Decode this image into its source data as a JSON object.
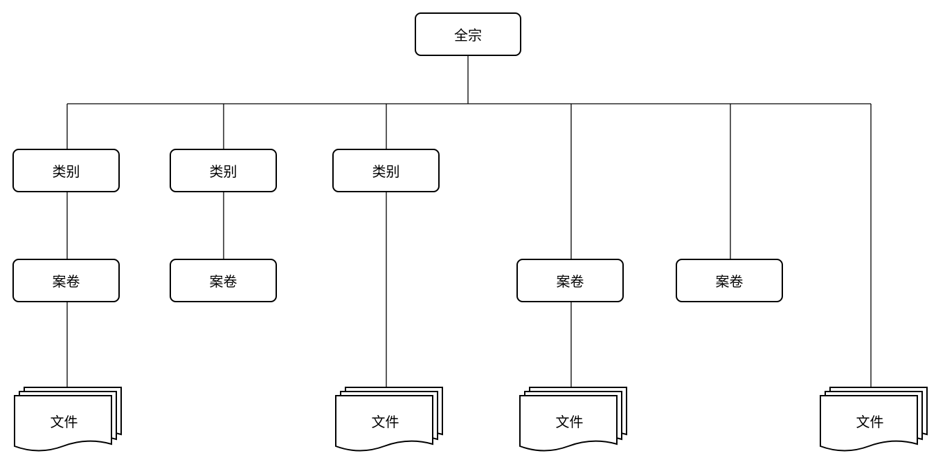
{
  "root": {
    "label": "全宗"
  },
  "branches": [
    {
      "category": "类别",
      "volume": "案卷",
      "file": "文件"
    },
    {
      "category": "类别",
      "volume": "案卷"
    },
    {
      "category": "类别",
      "file": "文件"
    },
    {
      "volume": "案卷",
      "file": "文件"
    },
    {
      "volume": "案卷"
    },
    {
      "file": "文件"
    }
  ],
  "colors": {
    "stroke": "#000000",
    "fill": "#ffffff",
    "text": "#000000"
  }
}
